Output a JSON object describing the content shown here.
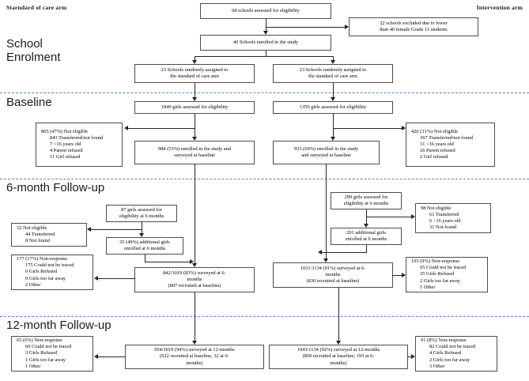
{
  "figure": {
    "type": "consort-flow-diagram",
    "left_arm_header": "Starndard of care arm",
    "right_arm_header": "Intervention arm"
  },
  "stages": [
    {
      "id": "school-enrolment",
      "label": "School\nEnrolment"
    },
    {
      "id": "baseline",
      "label": "Baseline"
    },
    {
      "id": "six-month",
      "label": "6-month Follow-up"
    },
    {
      "id": "twelve-month",
      "label": "12-month Follow-up"
    }
  ],
  "boxes": {
    "assessed_schools": "68 schools assessed for eligibility",
    "excluded_schools": "22 schools excluded due to fewer\nthan 40 female Grade 11 students",
    "enrolled_schools": "46 Schools enrolled in the study",
    "randomised_left": "23 Schools randomly assigned to\nthe standard of care arm",
    "randomised_right": "23 Schools randomly assigned to\nthe standard of care arm",
    "assessed_left": "1849 girls assessed for eligibility",
    "assessed_right": "1359 girls assessed for eligibility",
    "not_eligible_left": {
      "header": "865 (47%) Not eligible",
      "items": [
        "843 Transferred/not found",
        "7 <16 years old",
        "4  Parent refused",
        "11 Girl refused"
      ]
    },
    "not_eligible_right": {
      "header": "426 (31%) Not eligible",
      "items": [
        "367 Transferred/not found",
        "31 <16 years old",
        "26 Parent refused",
        "2 Girl refused"
      ]
    },
    "baseline_left": "984 (53%) enrolled in the study and\nsurveyed at baseline",
    "baseline_right": "933 (69%) enrolled in the study\nand surveyed at baseline",
    "assessed_6m_left": "87 girls assessed for\neligibility at 6 months",
    "assessed_6m_right": "299 girls assessed for\neligibility at 6 months",
    "not_eligible_6m_left": {
      "header": "52  Not eligible",
      "items": [
        "44 Transferred",
        "8 Not found"
      ]
    },
    "not_eligible_6m_right": {
      "header": "98 Not eligible",
      "items": [
        "61 Transferred",
        "6 <16 years old",
        "31 Not found"
      ]
    },
    "additional_6m_left": "35 (49%) additional girls\nenrolled at 6 months",
    "additional_6m_right": "201 additional girls\nenrolled at 6 months",
    "surveyed_6m_left": "842/1019 (83%) surveyed at 6-\nmonths\n(807 recruited at baseline)",
    "surveyed_6m_right": "1031/1134 (91%) surveyed at 6-\nmonths\n(830 recruited at baseline)",
    "nonresponse_6m_left": {
      "header": "177 (17%)  Non-response",
      "items": [
        "175 Could not be traced",
        "0 Girls Refused",
        "0 Girls too far away",
        "2 Other"
      ]
    },
    "nonresponse_6m_right": {
      "header": "103 (9%)  Non-response",
      "items": [
        "65  Could not be traced",
        "35 Girls Refused",
        "2 Girls too far away",
        "1 Other"
      ]
    },
    "surveyed_12m_left": "954/1019 (94%) surveyed at 12-months\n(922 recruited at baseline; 32 at 6-\nmonths)",
    "surveyed_12m_right": "1043/1134 (92%)  surveyed at 12-months\n(850 recruited at baseline; 193 at 6-\nmonths)",
    "nonresponse_12m_left": {
      "header": "65 (6%)  Non-response",
      "items": [
        "60  Could not be traced",
        "3 Girls Refused",
        "1 Girls too far away",
        "1 Other"
      ]
    },
    "nonresponse_12m_right": {
      "header": "91 (8%)  Non-response",
      "items": [
        "82  Could not be traced",
        "4 Girls Refused",
        "2 Girls too far away",
        "3 Other"
      ]
    }
  },
  "colors": {
    "divider": "#5b86c4",
    "box_border": "#4d4d4d",
    "connector": "#262626",
    "text": "#000000",
    "background": "#ffffff"
  }
}
